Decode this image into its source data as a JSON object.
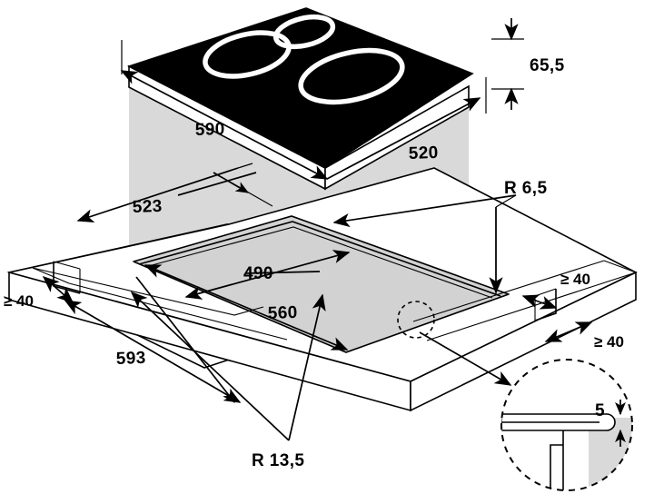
{
  "drawing": {
    "title": "Cooktop installation dimension drawing",
    "type": "technical-line-drawing",
    "units": "mm",
    "background_color": "#ffffff",
    "line_color": "#000000",
    "shade_color": "#d9d9d9",
    "glass_color": "#000000"
  },
  "appliance": {
    "name": "induction-cooktop",
    "surface": "black-glass",
    "burners": [
      {
        "id": "burner-left",
        "shape": "ring"
      },
      {
        "id": "burner-top-right",
        "shape": "ring"
      },
      {
        "id": "burner-front-right",
        "shape": "ring"
      }
    ]
  },
  "dimensions": {
    "appliance_width": "590",
    "appliance_depth": "520",
    "appliance_height": "65,5",
    "cutout_width_front": "560",
    "cutout_depth": "490",
    "worktop_width": "593",
    "worktop_depth": "523",
    "corner_radius_cutout": "R 6,5",
    "corner_radius_worktop": "R 13,5",
    "clearance_left": "≥ 40",
    "clearance_right_back": "≥ 40",
    "clearance_right_front": "≥ 40",
    "detail_thickness": "5"
  },
  "detail_callout": {
    "name": "edge-thickness-detail",
    "label": "5",
    "shape": "dashed-circle"
  }
}
